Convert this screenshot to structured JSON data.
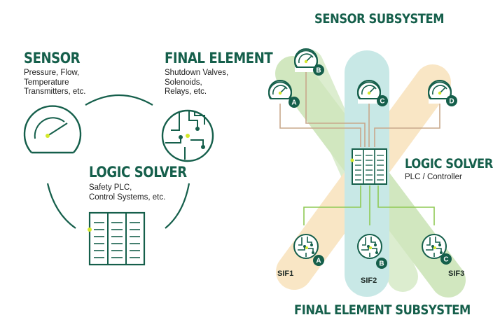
{
  "left": {
    "sensor": {
      "title": "SENSOR",
      "lines": [
        "Pressure, Flow,",
        "Temperature",
        "Transmitters, etc."
      ]
    },
    "final_element": {
      "title": "FINAL ELEMENT",
      "lines": [
        "Shutdown Valves,",
        "Solenoids,",
        "Relays, etc."
      ]
    },
    "logic_solver": {
      "title": "LOGIC SOLVER",
      "lines": [
        "Safety PLC,",
        "Control Systems, etc."
      ]
    }
  },
  "right": {
    "sensor_subsystem_title": "SENSOR SUBSYSTEM",
    "final_element_subsystem_title": "FINAL ELEMENT SUBSYSTEM",
    "logic_solver": {
      "title": "LOGIC SOLVER",
      "subtitle": "PLC / Controller"
    },
    "sensor_badges": [
      "A",
      "B",
      "C",
      "D"
    ],
    "final_element_badges": [
      "A",
      "B",
      "C"
    ],
    "sif_labels": [
      "SIF1",
      "SIF2",
      "SIF3"
    ]
  },
  "colors": {
    "primary": "#155f4b",
    "accent_dot": "#d4e82a",
    "band_green": "#c9e3b5",
    "band_teal": "#bfe4e2",
    "band_peach": "#f9e2bb",
    "sensor_wire": "#c8a88c",
    "output_wire": "#8fca55"
  },
  "icons": [
    "gauge-icon",
    "circuit-icon",
    "plc-rack-icon",
    "badge-icon"
  ]
}
